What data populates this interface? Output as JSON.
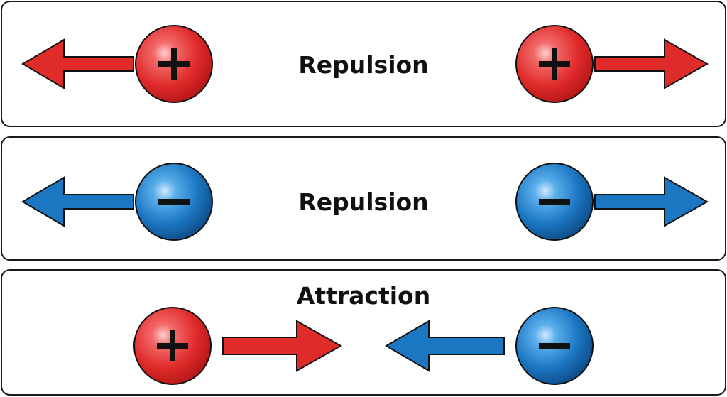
{
  "colors": {
    "positive": "#e02b2b",
    "negative": "#1c77c3",
    "outline": "#111111",
    "background": "#ffffff"
  },
  "panels": [
    {
      "label": "Repulsion",
      "left_charge": {
        "sign": "+",
        "arrow": "left"
      },
      "right_charge": {
        "sign": "+",
        "arrow": "right"
      }
    },
    {
      "label": "Repulsion",
      "left_charge": {
        "sign": "−",
        "arrow": "left"
      },
      "right_charge": {
        "sign": "−",
        "arrow": "right"
      }
    },
    {
      "label": "Attraction",
      "left_charge": {
        "sign": "+",
        "arrow": "right"
      },
      "right_charge": {
        "sign": "−",
        "arrow": "left"
      }
    }
  ]
}
